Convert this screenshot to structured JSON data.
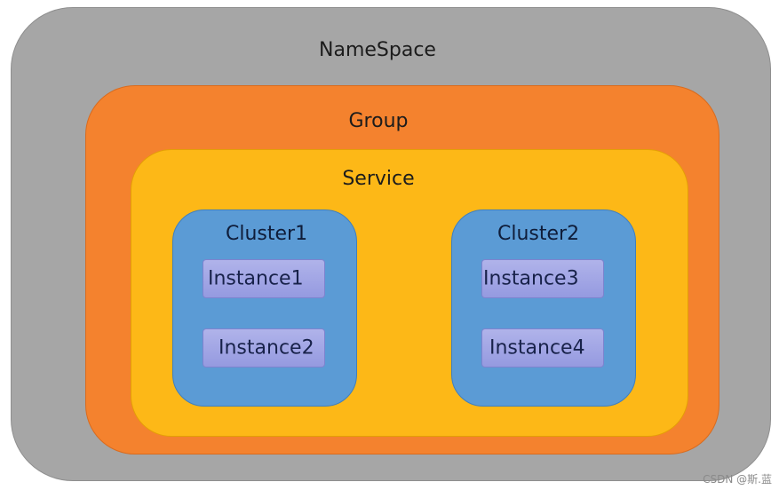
{
  "diagram": {
    "namespace": {
      "label": "NameSpace",
      "color": "#a6a6a6"
    },
    "group": {
      "label": "Group",
      "color": "#f4822e"
    },
    "service": {
      "label": "Service",
      "color": "#fdb817"
    },
    "clusters": [
      {
        "label": "Cluster1",
        "color": "#5b9bd5",
        "instances": [
          "Instance1",
          "Instance2"
        ]
      },
      {
        "label": "Cluster2",
        "color": "#5b9bd5",
        "instances": [
          "Instance3",
          "Instance4"
        ]
      }
    ],
    "instance_color": "#a3a7e6"
  },
  "watermark": "CSDN @斯.蓝"
}
